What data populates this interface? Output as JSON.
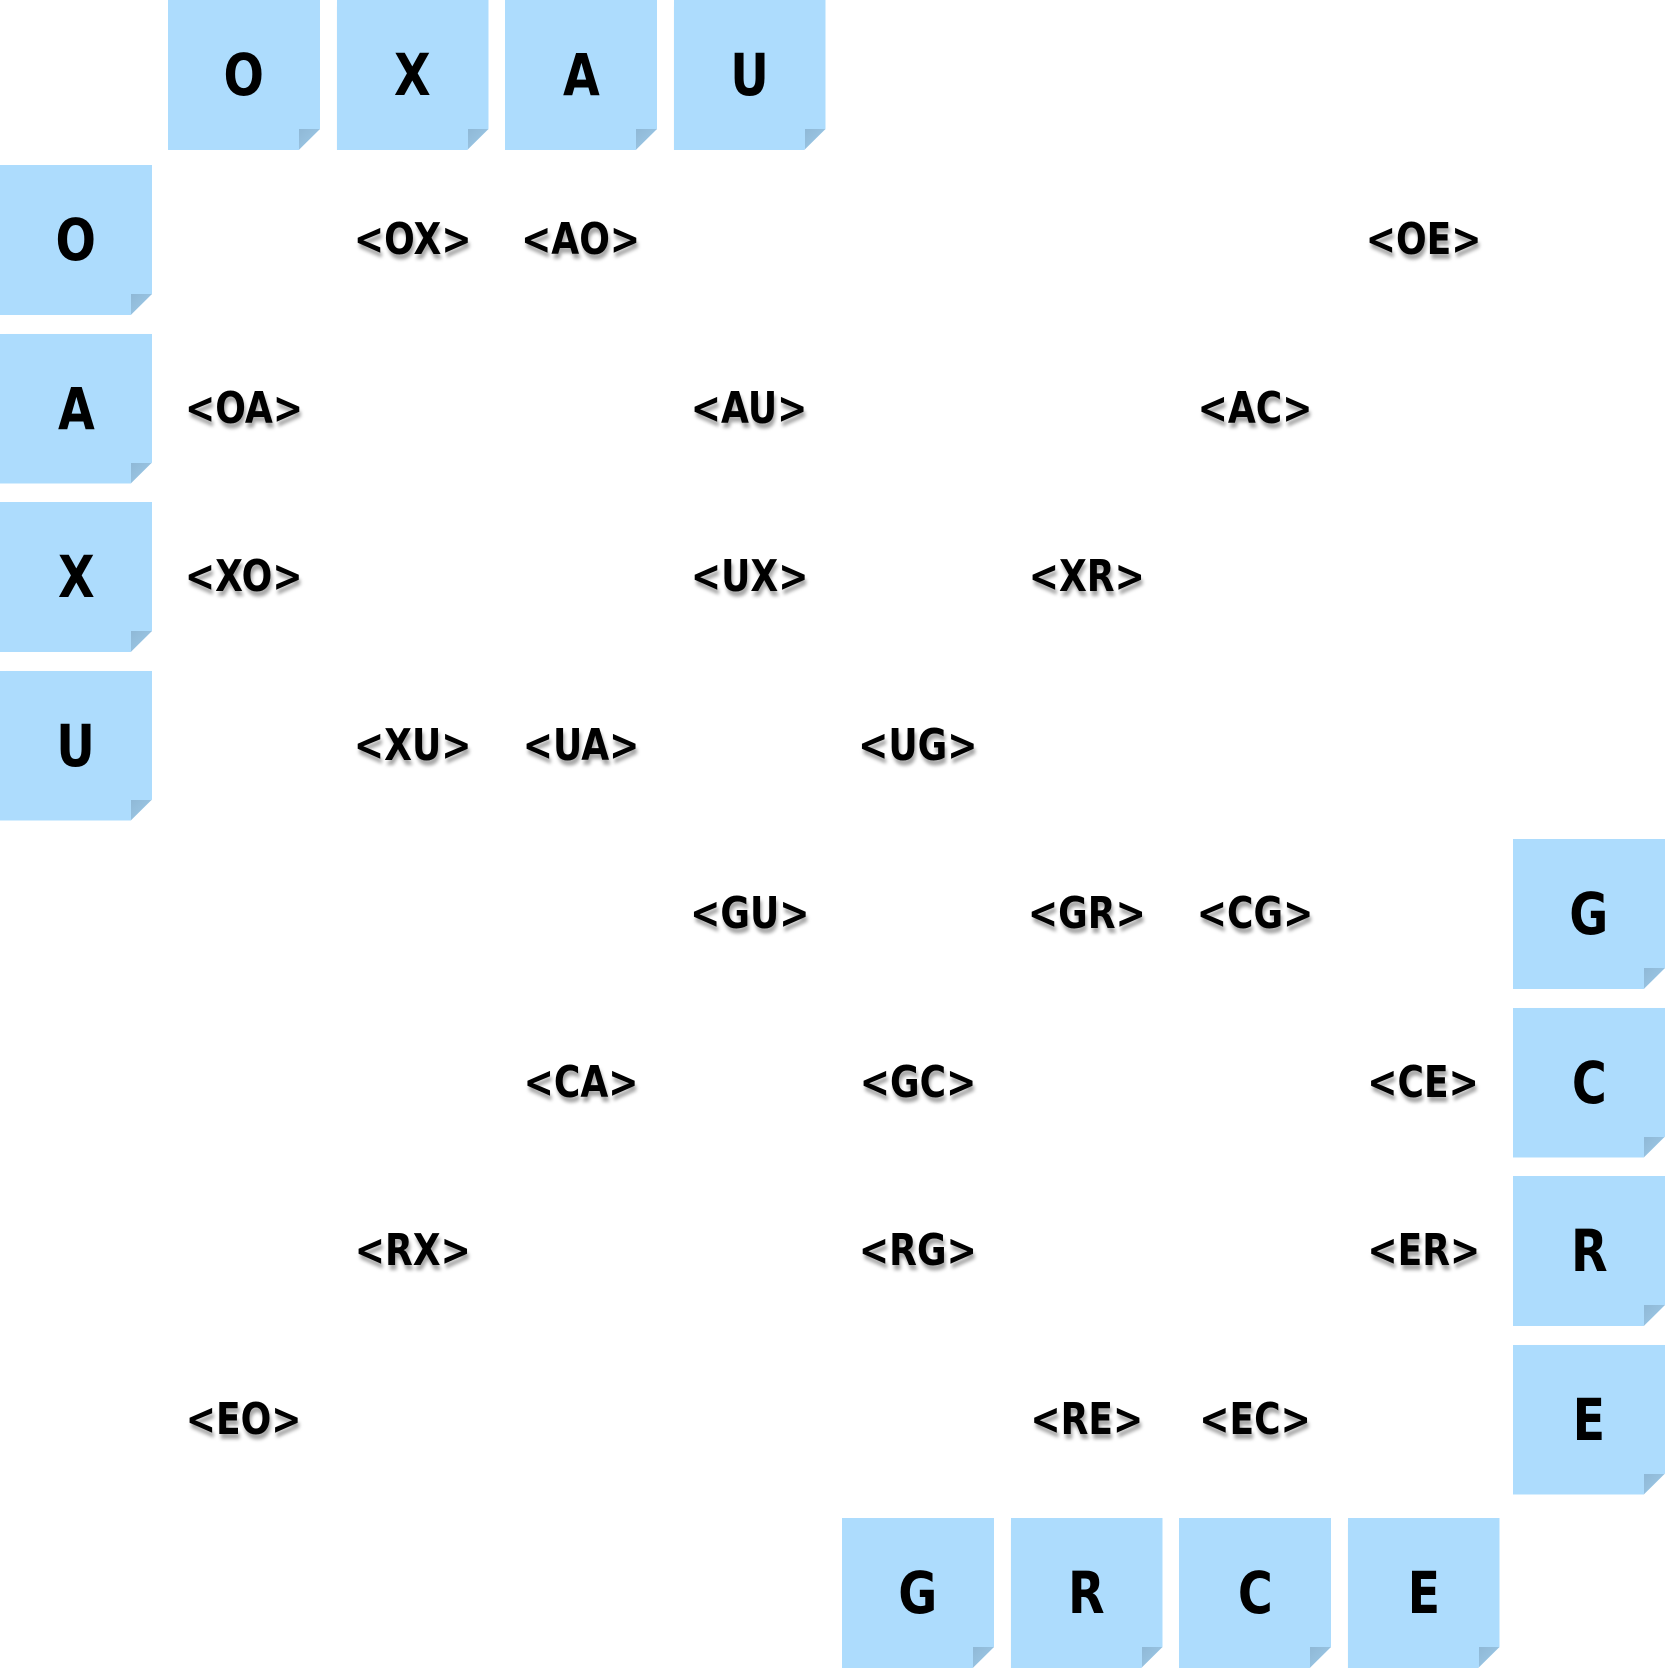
{
  "columns_top": [
    "O",
    "X",
    "A",
    "U"
  ],
  "rows_left": [
    "O",
    "A",
    "X",
    "U"
  ],
  "rows_right": [
    "G",
    "C",
    "R",
    "E"
  ],
  "columns_bottom": [
    "G",
    "R",
    "C",
    "E"
  ],
  "note_color": "#addcfd",
  "cells": [
    {
      "label": "<OX>",
      "row": 0,
      "col": 1
    },
    {
      "label": "<AO>",
      "row": 0,
      "col": 2
    },
    {
      "label": "<OE>",
      "row": 0,
      "col": 7
    },
    {
      "label": "<OA>",
      "row": 1,
      "col": 0
    },
    {
      "label": "<AU>",
      "row": 1,
      "col": 3
    },
    {
      "label": "<AC>",
      "row": 1,
      "col": 6
    },
    {
      "label": "<XO>",
      "row": 2,
      "col": 0
    },
    {
      "label": "<UX>",
      "row": 2,
      "col": 3
    },
    {
      "label": "<XR>",
      "row": 2,
      "col": 5
    },
    {
      "label": "<XU>",
      "row": 3,
      "col": 1
    },
    {
      "label": "<UA>",
      "row": 3,
      "col": 2
    },
    {
      "label": "<UG>",
      "row": 3,
      "col": 4
    },
    {
      "label": "<GU>",
      "row": 4,
      "col": 3
    },
    {
      "label": "<GR>",
      "row": 4,
      "col": 5
    },
    {
      "label": "<CG>",
      "row": 4,
      "col": 6
    },
    {
      "label": "<CA>",
      "row": 5,
      "col": 2
    },
    {
      "label": "<GC>",
      "row": 5,
      "col": 4
    },
    {
      "label": "<CE>",
      "row": 5,
      "col": 7
    },
    {
      "label": "<RX>",
      "row": 6,
      "col": 1
    },
    {
      "label": "<RG>",
      "row": 6,
      "col": 4
    },
    {
      "label": "<ER>",
      "row": 6,
      "col": 7
    },
    {
      "label": "<EO>",
      "row": 7,
      "col": 0
    },
    {
      "label": "<RE>",
      "row": 7,
      "col": 5
    },
    {
      "label": "<EC>",
      "row": 7,
      "col": 6
    }
  ]
}
